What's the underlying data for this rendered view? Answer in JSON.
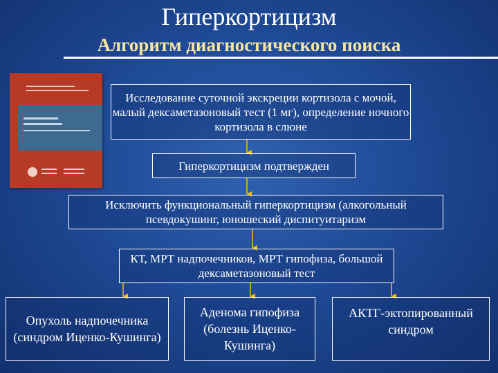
{
  "slide": {
    "title": "Гиперкортицизм",
    "subtitle": "Алгоритм диагностического поиска"
  },
  "boxes": {
    "b1": "Исследование суточной экскреции кортизола с мочой, малый дексаметазоновый тест (1 мг), определение ночного кортизола в слюне",
    "b2": "Гиперкортицизм подтвержден",
    "b3": "Исключить функциональный гиперкортицизм (алкогольный псевдокушинг, юношеский диспитуитаризм",
    "b4": "КТ, МРТ надпочечников, МРТ гипофиза, большой дексаметазоновый тест",
    "b5": "Опухоль надпочечника (синдром Иценко-Кушинга)",
    "b6": "Аденома гипофиза (болезнь Иценко-Кушинга)",
    "b7": "АКТГ-эктопированный синдром"
  },
  "colors": {
    "arrow": "#f2c200",
    "subtitle": "#f5e6a0",
    "book_cover": "#b63a26",
    "book_band": "#3d6a8e"
  },
  "icons": {
    "book": "guideline-book-cover"
  }
}
